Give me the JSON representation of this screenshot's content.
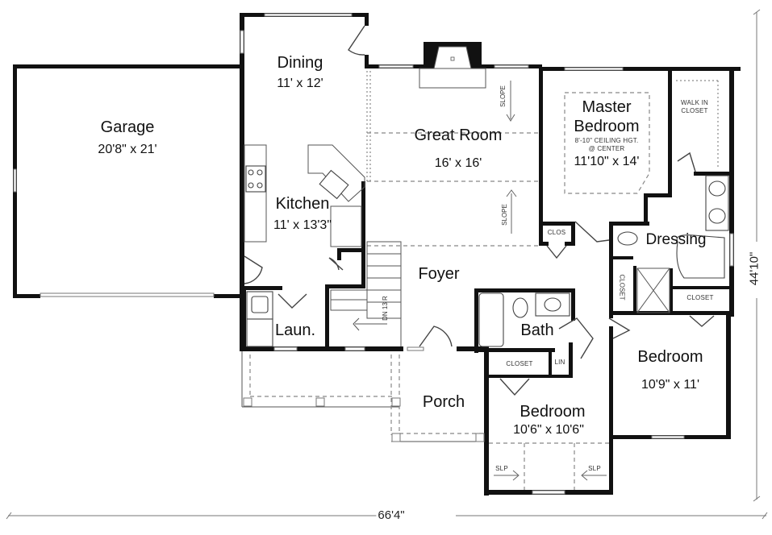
{
  "plan": {
    "overall_width": "66'4\"",
    "overall_depth": "44'10\"",
    "rooms": {
      "garage": {
        "name": "Garage",
        "size": "20'8\" x 21'"
      },
      "dining": {
        "name": "Dining",
        "size": "11' x 12'"
      },
      "great_room": {
        "name": "Great Room",
        "size": "16' x 16'"
      },
      "kitchen": {
        "name": "Kitchen",
        "size": "11' x 13'3\""
      },
      "master_bedroom": {
        "name_line1": "Master",
        "name_line2": "Bedroom",
        "note_line1": "8'-10\" CEILING HGT.",
        "note_line2": "@ CENTER",
        "size": "11'10\" x 14'"
      },
      "walk_in_closet": {
        "line1": "WALK IN",
        "line2": "CLOSET"
      },
      "dressing": {
        "name": "Dressing"
      },
      "foyer": {
        "name": "Foyer"
      },
      "laundry": {
        "name": "Laun."
      },
      "bath": {
        "name": "Bath"
      },
      "bedroom_2": {
        "name": "Bedroom",
        "size": "10'9\" x 11'"
      },
      "bedroom_3": {
        "name": "Bedroom",
        "size": "10'6\" x 10'6\""
      },
      "porch": {
        "name": "Porch"
      }
    },
    "small_labels": {
      "clos": "CLOS",
      "closet_vertical": "CLOSET",
      "closet_dressing": "CLOSET",
      "closet_bath": "CLOSET",
      "lin": "LIN",
      "slope_top": "SLOPE",
      "slope_bottom": "SLOPE",
      "stairs": "DN 13 R",
      "slp_left": "SLP",
      "slp_right": "SLP"
    }
  }
}
